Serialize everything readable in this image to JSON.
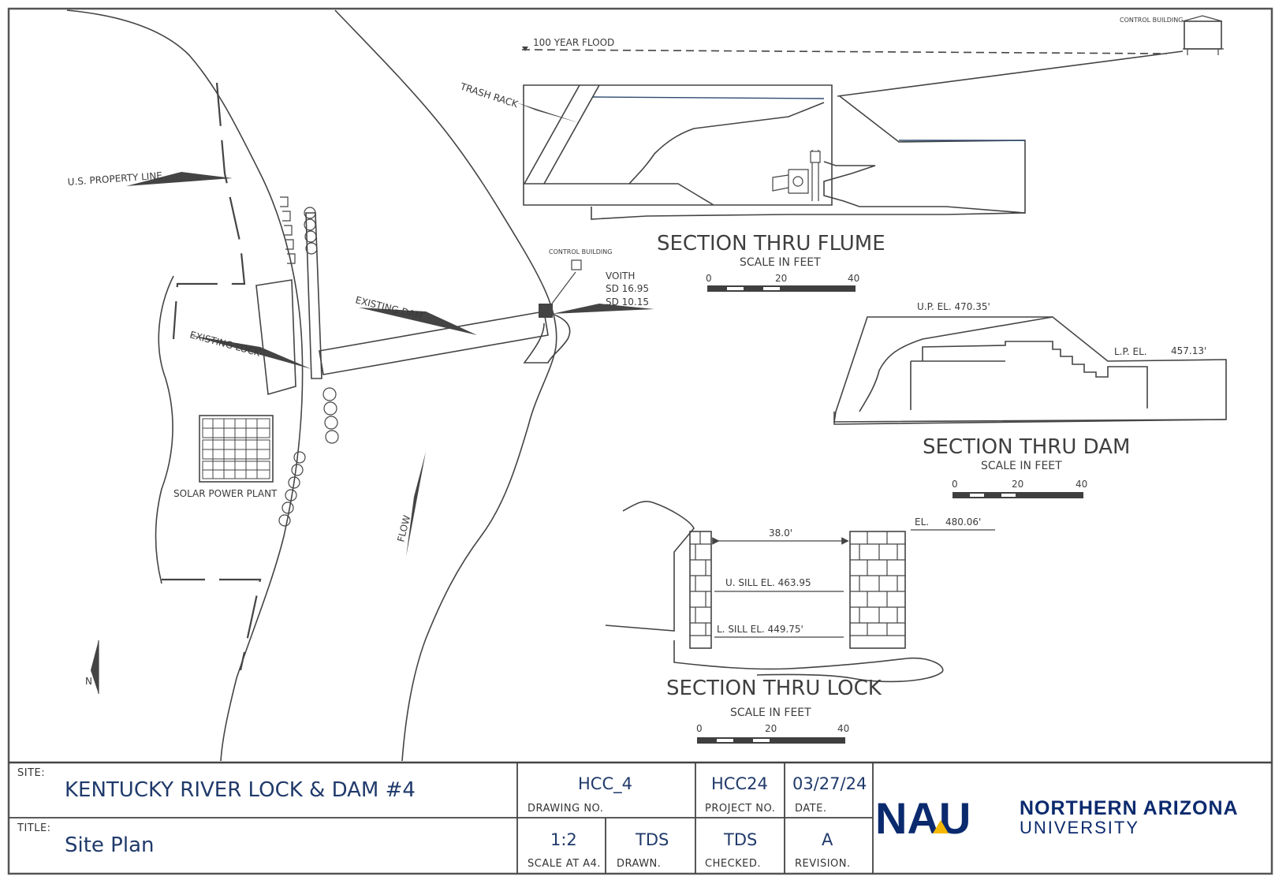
{
  "site_plan": {
    "flood_label": "100 YEAR FLOOD",
    "control_building_top": "CONTROL BUILDING",
    "control_building_plan": "CONTROL BUILDING",
    "trash_rack": "TRASH RACK",
    "property_line": "U.S. PROPERTY LINE",
    "existing_dam": "EXISTING DAM",
    "existing_lock": "EXISTING LOCK",
    "voith": [
      "VOITH",
      "SD 16.95",
      "SD 10.15"
    ],
    "solar": "SOLAR POWER PLANT",
    "flow": "FLOW",
    "north": "N"
  },
  "flume": {
    "title": "SECTION THRU FLUME",
    "scale_title": "SCALE IN FEET",
    "ticks": [
      "0",
      "20",
      "40"
    ]
  },
  "dam": {
    "title": "SECTION THRU DAM",
    "scale_title": "SCALE IN FEET",
    "ticks": [
      "0",
      "20",
      "40"
    ],
    "up_el": "U.P. EL.  470.35'",
    "lp_el_label": "L.P.  EL.",
    "lp_el_value": "457.13'"
  },
  "lock": {
    "title": "SECTION THRU LOCK",
    "scale_title": "SCALE IN FEET",
    "ticks": [
      "0",
      "20",
      "40"
    ],
    "width": "38.0'",
    "el_label": "EL.",
    "el_value": "480.06'",
    "u_sill": "U.  SILL EL.  463.95",
    "l_sill": "L. SILL EL.   449.75'"
  },
  "title_block": {
    "site_label": "SITE:",
    "site_value": "KENTUCKY RIVER LOCK & DAM #4",
    "title_label": "TITLE:",
    "title_value": "Site Plan",
    "drawing_no_value": "HCC_4",
    "drawing_no_label": "DRAWING  NO.",
    "project_no_value": "HCC24",
    "project_no_label": "PROJECT  NO.",
    "date_value": "03/27/24",
    "date_label": "DATE.",
    "scale_value": "1:2",
    "scale_label": "SCALE  AT  A4.",
    "drawn_value": "TDS",
    "drawn_label": "DRAWN.",
    "checked_value": "TDS",
    "checked_label": "CHECKED.",
    "revision_value": "A",
    "revision_label": "REVISION.",
    "logo_mark": "NAU",
    "logo_name": "NORTHERN ARIZONA",
    "logo_university": "UNIVERSITY"
  },
  "colors": {
    "ink": "#444444",
    "title_blue": "#203a6b",
    "logo_blue": "#0b2a6e",
    "logo_gold": "#f5b800"
  }
}
